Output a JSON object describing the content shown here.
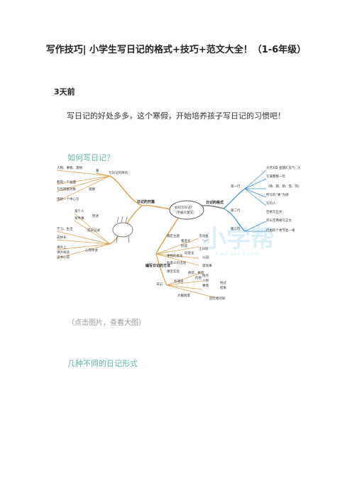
{
  "article": {
    "title": "写作技巧| 小学生写日记的格式+技巧+范文大全！（1-6年级）",
    "posted": "3天前",
    "intro": "写日记的好处多多，这个寒假，开始培养孩子写日记的习惯吧！",
    "section1_heading": "如何写日记？",
    "image_caption": "（点击图片，查看大图）",
    "section2_heading": "几种不同的日记形式"
  },
  "mindmap": {
    "center_line1": "如何写日记？",
    "center_line2": "（带编大意又）",
    "left_branch": "日记的开篇",
    "left_top_branch": "写日记的目的",
    "right_top_branch": "日记的格式",
    "right_bottom_branch": "编写日记的方法",
    "watermark": "小学帮",
    "watermark_sub": "XIAO XUE BANG",
    "left_nodes": [
      "人物、事物、景物",
      "看",
      "截取一个画面",
      "写出观察对象",
      "观察",
      "围绕一个中心写",
      "某个人",
      "某件事",
      "赞述",
      "学习、生活",
      "成长记录",
      "成林长",
      "课外上",
      "课外阅读",
      "心得体会",
      "读书心得"
    ],
    "right_top_nodes": [
      "第一行",
      "第二行",
      "第三行",
      "大月X日 星期X 天气：X",
      "写满整整一年",
      "（晴、雨、阴、雪、风）",
      "所写的“事”为感",
      "写的人",
      "空格写正文",
      "开头空两格写正文",
      "后由四个章节合一格"
    ],
    "right_bottom_nodes": [
      "确定主题",
      "看变化",
      "活动会",
      "“一”",
      "形成",
      "土日除",
      "动变化",
      "事物的类化",
      "公园",
      "有意义的活动",
      "游戏事",
      "课堂实验",
      "养花、养苗",
      "的他",
      "日记",
      "有通道",
      "地点",
      "人物",
      "事情",
      "经过",
      "结果",
      "大概情景",
      "回忆相对知"
    ]
  }
}
